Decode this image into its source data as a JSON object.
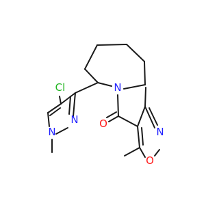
{
  "molecule": {
    "atoms": {
      "cl": "Cl",
      "n_pyrazole_2": "N",
      "n_pyrazole_1": "N",
      "n_azepane": "N",
      "o_carbonyl": "O",
      "n_isoxazole": "N",
      "o_isoxazole": "O"
    },
    "colors": {
      "bond": "#1a1a1a",
      "chlorine": "#1fb51f",
      "nitrogen": "#2222ff",
      "oxygen": "#ff1a1a"
    }
  }
}
